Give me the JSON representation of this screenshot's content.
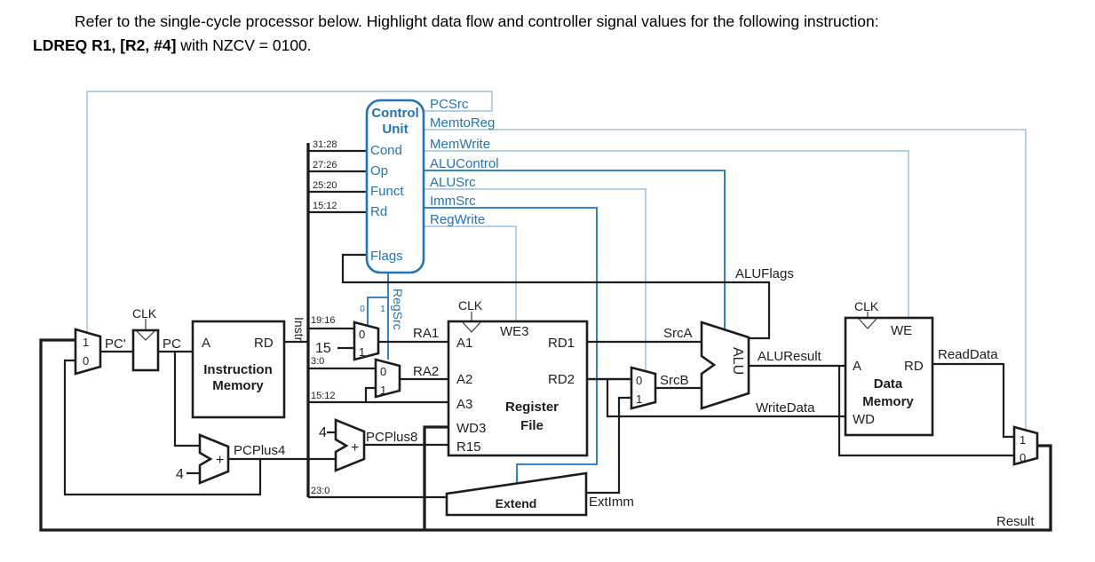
{
  "header": {
    "line1": "Refer to the single-cycle processor below. Highlight data flow and controller signal values for the following instruction:",
    "instruction": "LDREQ R1, [R2, #4]",
    "line2_rest": " with NZCV = 0100."
  },
  "colors": {
    "wire_black": "#1d1d1d",
    "blue_dark": "#2373b9",
    "blue_light": "#a8c9e4",
    "background": "#ffffff"
  },
  "control_unit": {
    "title1": "Control",
    "title2": "Unit",
    "input_cond": "Cond",
    "input_op": "Op",
    "input_funct": "Funct",
    "input_rd": "Rd",
    "input_flags": "Flags",
    "out_pcsrc": "PCSrc",
    "out_memtoreg": "MemtoReg",
    "out_memwrite": "MemWrite",
    "out_alucontrol": "ALUControl",
    "out_alusrc": "ALUSrc",
    "out_immsrc": "ImmSrc",
    "out_regwrite": "RegWrite",
    "sel_regsrc": "RegSrc"
  },
  "bits": {
    "b31_28": "31:28",
    "b27_26": "27:26",
    "b25_20": "25:20",
    "b15_12": "15:12",
    "b19_16": "19:16",
    "b3_0": "3:0",
    "b23_0": "23:0"
  },
  "blocks": {
    "instruction_memory": {
      "port_a": "A",
      "port_rd": "RD",
      "title1": "Instruction",
      "title2": "Memory"
    },
    "register_file": {
      "port_a1": "A1",
      "port_a2": "A2",
      "port_a3": "A3",
      "port_wd3": "WD3",
      "port_r15": "R15",
      "port_we3": "WE3",
      "port_rd1": "RD1",
      "port_rd2": "RD2",
      "title1": "Register",
      "title2": "File"
    },
    "data_memory": {
      "port_a": "A",
      "port_rd": "RD",
      "port_wd": "WD",
      "port_we": "WE",
      "title1": "Data",
      "title2": "Memory"
    },
    "extend": {
      "title": "Extend"
    },
    "alu": {
      "title": "ALU"
    }
  },
  "signals": {
    "clk": "CLK",
    "pc_next": "PC'",
    "pc": "PC",
    "instr": "Instr",
    "pcplus4": "PCPlus4",
    "pcplus8": "PCPlus8",
    "ra1": "RA1",
    "ra2": "RA2",
    "srca": "SrcA",
    "srcb": "SrcB",
    "aluresult": "ALUResult",
    "aluflags": "ALUFlags",
    "writedata": "WriteData",
    "readdata": "ReadData",
    "extimm": "ExtImm",
    "result": "Result",
    "const4": "4",
    "const15": "15"
  },
  "mux": {
    "zero": "0",
    "one": "1"
  }
}
